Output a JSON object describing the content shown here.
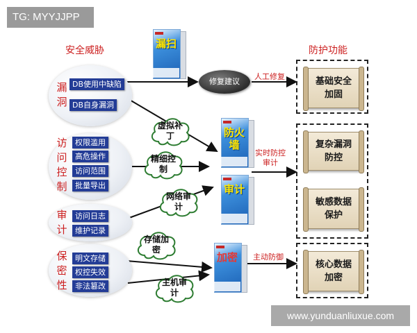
{
  "watermarks": {
    "top_left": "TG: MYYJJPP",
    "bottom_right": "www.yunduanliuxue.com"
  },
  "headings": {
    "threats": "安全威胁",
    "functions": "防护功能"
  },
  "groups": [
    {
      "label": "漏洞",
      "items": [
        "DB使用中缺陷",
        "DB自身漏洞"
      ]
    },
    {
      "label": "访问控制",
      "items": [
        "权限滥用",
        "高危操作",
        "访问范围",
        "批量导出"
      ]
    },
    {
      "label": "审计",
      "items": [
        "访问日志",
        "维护记录"
      ]
    },
    {
      "label": "保密性",
      "items": [
        "明文存储",
        "权控失效",
        "非法篡改"
      ]
    }
  ],
  "clouds": [
    "虚拟补丁",
    "精细控制",
    "网络审计",
    "存储加密",
    "主机审计"
  ],
  "products": [
    "漏扫",
    "防火墙",
    "审计",
    "加密"
  ],
  "advice": "修复建议",
  "edge_labels": {
    "manual_fix": "人工修复",
    "realtime": "实时防控审计",
    "active": "主动防御"
  },
  "functions": [
    "基础安全加固",
    "复杂漏洞防控",
    "敏感数据保护",
    "核心数据加密"
  ],
  "colors": {
    "heading_red": "#cc1f1f",
    "chip_blue": "#233c96",
    "scroll": "#e9dcc3"
  }
}
